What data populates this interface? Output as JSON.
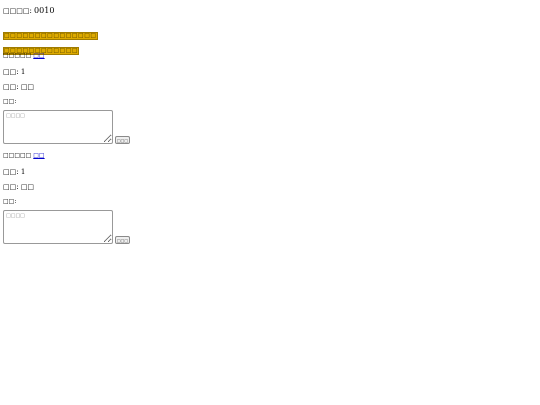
{
  "order": {
    "label": "□□□□: ",
    "value": "0010"
  },
  "tags": [
    "□□□□□□□□□□□□□□□",
    "□□□□□□□□□□□□"
  ],
  "items": [
    {
      "item_label": "□□□□□ ",
      "item_link": "□□",
      "qty_label": "□□: ",
      "qty_value": "1",
      "status_label": "□□: ",
      "status_value": "□□",
      "comment_label": "□□:",
      "comment_placeholder": "□□□□",
      "submit_label": "□□□"
    },
    {
      "item_label": "□□□□□ ",
      "item_link": "□□",
      "qty_label": "□□: ",
      "qty_value": "1",
      "status_label": "□□: ",
      "status_value": "□□",
      "comment_label": "□□:",
      "comment_placeholder": "□□□□",
      "submit_label": "□□□"
    }
  ]
}
